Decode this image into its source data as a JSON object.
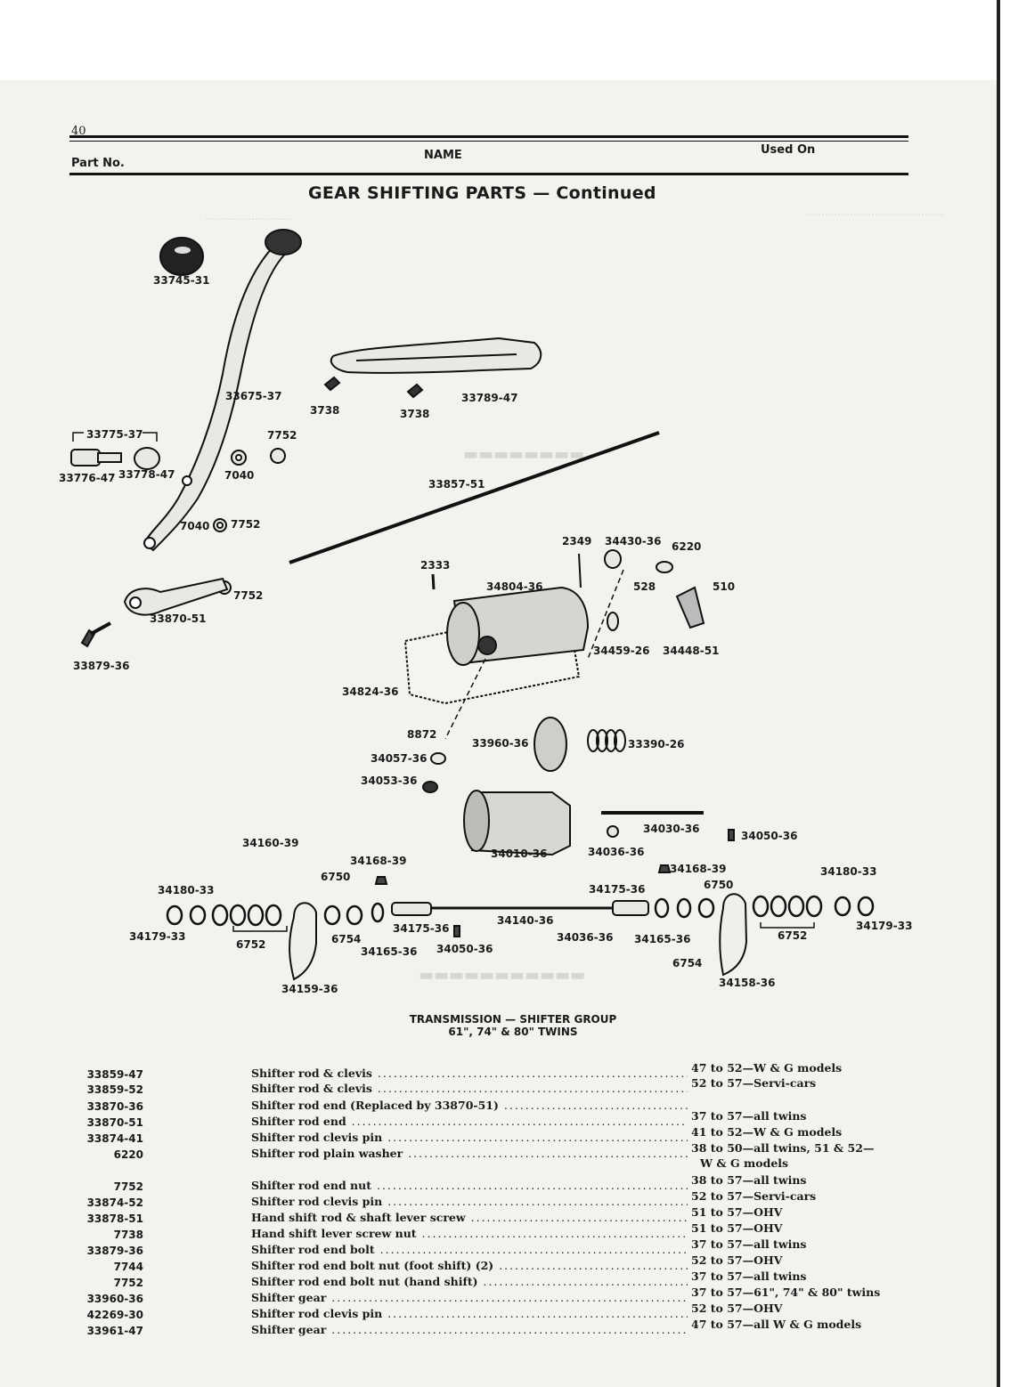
{
  "page_number": "40",
  "header": {
    "part_no": "Part No.",
    "name": "NAME",
    "used_on": "Used On"
  },
  "title": "GEAR SHIFTING PARTS — Continued",
  "labels": [
    "33745-31",
    "33675-37",
    "3738",
    "3738",
    "33789-47",
    "33775-37",
    "33776-47",
    "33778-47",
    "7752",
    "7040",
    "33857-51",
    "7040",
    "7752",
    "7752",
    "33870-51",
    "33879-36",
    "2349",
    "34430-36",
    "6220",
    "2333",
    "528",
    "510",
    "34804-36",
    "34459-26",
    "34448-51",
    "34824-36",
    "8872",
    "33960-36",
    "33390-26",
    "34057-36",
    "34053-36",
    "34030-36",
    "34050-36",
    "34036-36",
    "34010-36",
    "34160-39",
    "34168-39",
    "34168-39",
    "6750",
    "6750",
    "34180-33",
    "34180-33",
    "34175-36",
    "34140-36",
    "34179-33",
    "34179-33",
    "6752",
    "6752",
    "6754",
    "34175-36",
    "34050-36",
    "34036-36",
    "34165-36",
    "34165-36",
    "6754",
    "34159-36",
    "34158-36"
  ],
  "caption": {
    "line1": "TRANSMISSION — SHIFTER GROUP",
    "line2": "61\", 74\" & 80\" TWINS"
  },
  "parts": [
    {
      "no": "33859-47",
      "name": "Shifter rod & clevis",
      "used": "47 to 52—W & G models"
    },
    {
      "no": "33859-52",
      "name": "Shifter rod & clevis",
      "used": "52 to 57—Servi-cars"
    },
    {
      "no": "33870-36",
      "name": "Shifter rod end  (Replaced by 33870-51)",
      "used": ""
    },
    {
      "no": "33870-51",
      "name": "Shifter rod end",
      "used": "37 to 57—all twins"
    },
    {
      "no": "33874-41",
      "name": "Shifter rod clevis pin",
      "used": "41 to 52—W & G models"
    },
    {
      "no": "6220",
      "name": "Shifter rod plain washer",
      "used": "38 to 50—all twins, 51 & 52—"
    },
    {
      "no": "",
      "name": "",
      "used": "W & G models"
    },
    {
      "no": "7752",
      "name": "Shifter rod end nut",
      "used": "38 to 57—all twins"
    },
    {
      "no": "33874-52",
      "name": "Shifter rod clevis pin",
      "used": "52 to 57—Servi-cars"
    },
    {
      "no": "33878-51",
      "name": "Hand shift rod & shaft lever screw",
      "used": "51 to 57—OHV"
    },
    {
      "no": "7738",
      "name": "Hand shift lever screw nut",
      "used": "51 to 57—OHV"
    },
    {
      "no": "33879-36",
      "name": "Shifter rod end bolt",
      "used": "37 to 57—all twins"
    },
    {
      "no": "7744",
      "name": "Shifter rod end bolt nut (foot shift) (2)",
      "used": "52 to 57—OHV"
    },
    {
      "no": "7752",
      "name": "Shifter rod end bolt nut (hand shift)",
      "used": "37 to 57—all twins"
    },
    {
      "no": "33960-36",
      "name": "Shifter gear",
      "used": "37 to 57—61\", 74\" & 80\" twins"
    },
    {
      "no": "42269-30",
      "name": "Shifter rod clevis pin",
      "used": "52 to 57—OHV"
    },
    {
      "no": "33961-47",
      "name": "Shifter gear",
      "used": "47 to 57—all W & G models"
    }
  ]
}
